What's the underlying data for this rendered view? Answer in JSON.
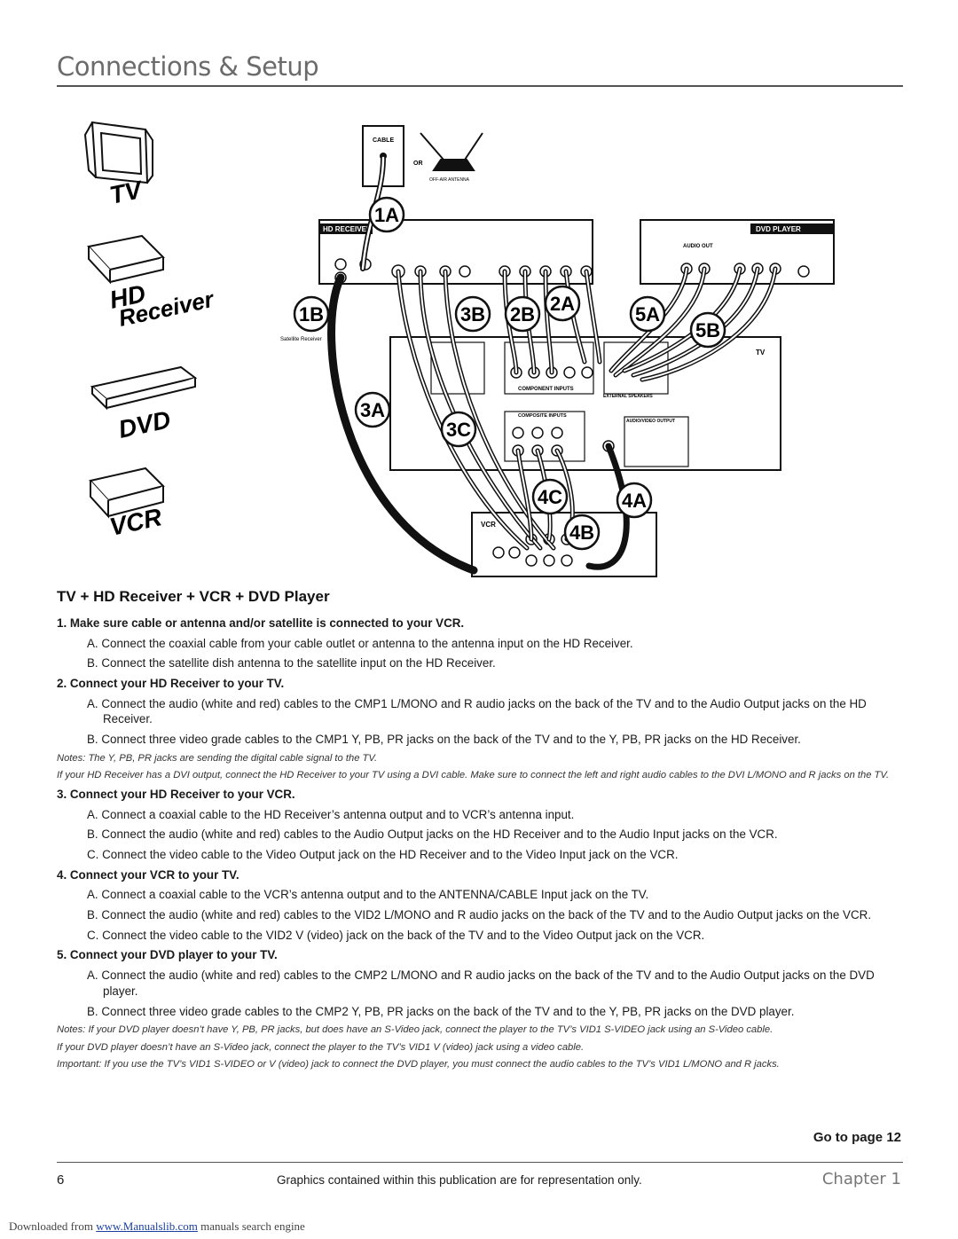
{
  "header": {
    "title": "Connections & Setup"
  },
  "diagram": {
    "device_labels": {
      "tv": "TV",
      "hd": "HD",
      "receiver": "Receiver",
      "dvd": "DVD",
      "vcr": "VCR"
    },
    "box_labels": {
      "cable": "CABLE",
      "or": "OR",
      "off_air": "OFF-AIR ANTENNA",
      "hd_receiver": "HD RECEIVER",
      "dvd_player": "DVD PLAYER",
      "audio_out": "AUDIO OUT",
      "satellite_receiver": "Satellite Receiver",
      "tv_panel": "TV",
      "vcr_box": "VCR",
      "component_inputs": "COMPONENT INPUTS",
      "composite_inputs": "COMPOSITE INPUTS",
      "external_speakers": "EXTERNAL SPEAKERS",
      "av_output": "AUDIO/VIDEO OUTPUT"
    },
    "callouts": [
      "1A",
      "1B",
      "2A",
      "2B",
      "3A",
      "3B",
      "3C",
      "4A",
      "4B",
      "4C",
      "5A",
      "5B"
    ]
  },
  "section_title": "TV + HD Receiver + VCR + DVD Player",
  "steps": [
    {
      "title": "1.  Make sure cable or antenna and/or satellite is connected to your VCR.",
      "items": [
        {
          "text": "A. Connect the coaxial cable from your cable outlet or antenna to the antenna input on the HD Receiver."
        },
        {
          "text": "B. Connect the satellite dish antenna to the satellite input on the HD Receiver."
        }
      ]
    },
    {
      "title": "2.  Connect your HD Receiver to your TV.",
      "items": [
        {
          "text": "A. Connect the audio (white and red) cables to the CMP1 L/MONO and R audio jacks on the back of the TV and to the Audio Output jacks on the HD Receiver."
        },
        {
          "text": "B. Connect three video grade cables to the CMP1 Y, PB, PR jacks on the back of the TV and to the Y, PB, PR jacks on the HD Receiver."
        }
      ],
      "notes": [
        "Notes: The Y, PB, PR jacks are sending the digital cable signal to the TV.",
        "If your HD Receiver has a DVI output, connect the HD Receiver to your TV using a DVI cable. Make sure to connect the left and right audio cables to the DVI L/MONO and R jacks on the TV."
      ]
    },
    {
      "title": "3.  Connect your HD Receiver to your VCR.",
      "items": [
        {
          "text": "A. Connect a coaxial cable to the HD Receiver’s antenna output and to VCR’s antenna input."
        },
        {
          "text": "B. Connect the audio (white and red) cables to the Audio Output jacks on the HD Receiver and to the Audio Input jacks on the VCR."
        },
        {
          "text": "C. Connect the video cable to the Video Output jack on the HD Receiver and to the Video Input jack on the VCR."
        }
      ]
    },
    {
      "title": "4.  Connect your VCR to your TV.",
      "items": [
        {
          "text": "A. Connect a coaxial cable to the VCR’s antenna output and to the ANTENNA/CABLE Input jack on the TV."
        },
        {
          "text": "B. Connect the audio (white and red) cables to the VID2 L/MONO and R audio jacks on the back of the TV and to the Audio Output jacks on the VCR."
        },
        {
          "text": "C. Connect the video cable to the VID2 V (video) jack on the back of the TV and to the Video Output jack on the VCR."
        }
      ]
    },
    {
      "title": "5.  Connect your DVD player to your TV.",
      "items": [
        {
          "text": "A. Connect the audio (white and red) cables to the CMP2 L/MONO and R audio jacks on the back of the TV and to the Audio Output jacks on the DVD player."
        },
        {
          "text": "B. Connect three video grade cables to the CMP2 Y, PB, PR jacks on the back of the TV and to the Y, PB, PR jacks on the DVD player."
        }
      ],
      "notes": [
        "Notes: If your DVD player doesn’t have Y, PB, PR jacks, but does have an S-Video jack, connect the player to the TV’s VID1 S-VIDEO jack using an S-Video cable.",
        "If your DVD player doesn’t have an S-Video jack, connect the player to the TV’s VID1 V (video) jack using a video cable.",
        "Important: If you use the TV’s VID1 S-VIDEO or V (video) jack to connect the DVD player, you must connect the audio cables to the TV’s VID1 L/MONO and R jacks."
      ]
    }
  ],
  "goto": "Go to page 12",
  "footer": {
    "page_number": "6",
    "note": "Graphics contained within this publication are for representation only.",
    "chapter": "Chapter 1"
  },
  "download": {
    "prefix": "Downloaded from",
    "link": "www.Manualslib.com",
    "suffix": "manuals search engine"
  }
}
